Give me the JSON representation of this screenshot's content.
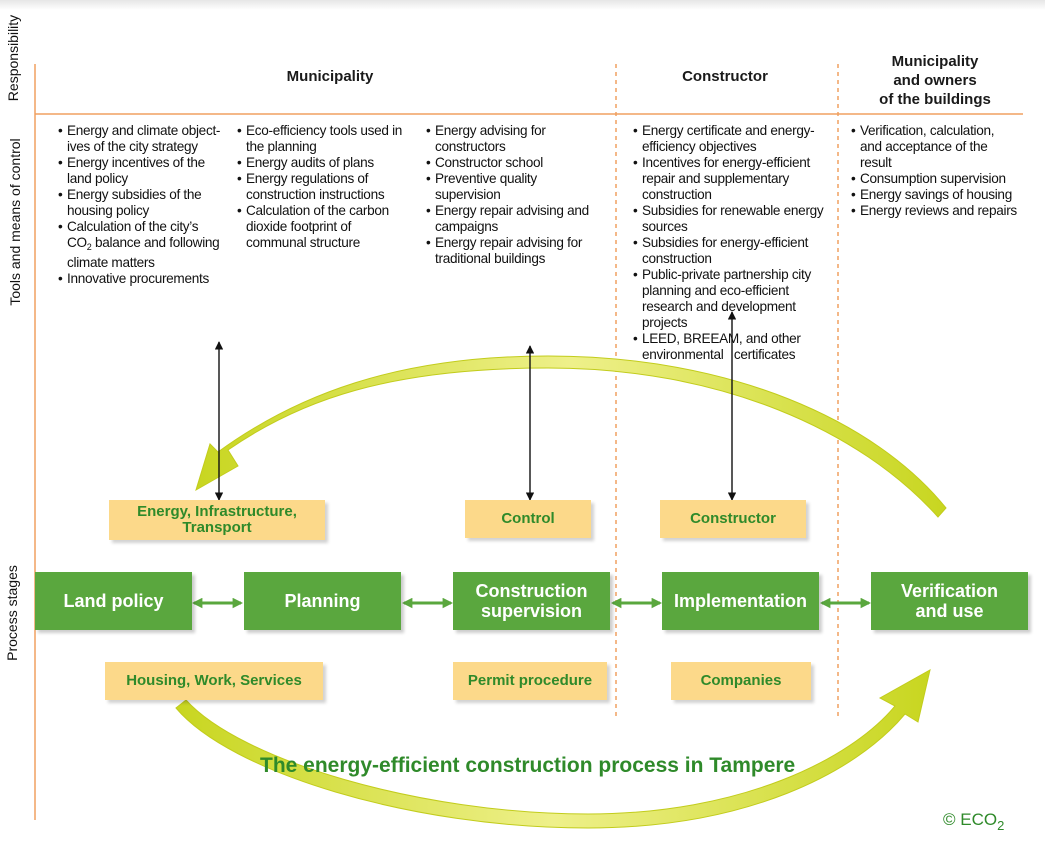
{
  "row_labels": {
    "responsibility": "Responsibility",
    "tools": "Tools and means of control",
    "process": "Process stages"
  },
  "responsibility": {
    "municipality": "Municipality",
    "constructor": "Constructor",
    "owners_line1": "Municipality",
    "owners_line2": "and owners",
    "owners_line3": "of the buildings"
  },
  "tools": {
    "col1": [
      [
        "Energy and climate object-",
        "ives of the city strategy"
      ],
      [
        "Energy incentives of the",
        "land policy"
      ],
      [
        "Energy subsidies of the",
        "housing policy"
      ],
      [
        "Calculation of the city’s"
      ],
      [
        "Innovative procurements"
      ]
    ],
    "col1_co2": {
      "co": "CO",
      "sub": "2",
      "rest": " balance and following",
      "line3": "climate matters"
    },
    "col2": [
      [
        "Eco-efficiency tools used in",
        "the planning"
      ],
      [
        "Energy audits of plans"
      ],
      [
        "Energy regulations of",
        "construction instructions"
      ],
      [
        "Calculation of the carbon",
        "dioxide footprint of",
        "communal structure"
      ]
    ],
    "col3": [
      [
        "Energy advising for",
        "constructors"
      ],
      [
        "Constructor school"
      ],
      [
        "Preventive quality",
        "supervision"
      ],
      [
        "Energy repair advising and",
        "campaigns"
      ],
      [
        "Energy repair advising for",
        "traditional buildings"
      ]
    ],
    "col4": [
      [
        "Energy certificate and energy-",
        "efficiency objectives"
      ],
      [
        "Incentives for energy-efficient",
        "repair and supplementary",
        "construction"
      ],
      [
        "Subsidies for renewable energy",
        "sources"
      ],
      [
        "Subsidies for energy-efficient",
        "construction"
      ],
      [
        "Public-private partnership city",
        "planning and eco-efficient",
        "research and development",
        "projects"
      ],
      [
        "LEED, BREEAM, and other",
        "environmental   certificates"
      ]
    ],
    "col5": [
      [
        "Verification, calculation,",
        "and acceptance of the",
        "result"
      ],
      [
        "Consumption supervision"
      ],
      [
        "Energy savings of housing"
      ],
      [
        "Energy reviews and repairs"
      ]
    ]
  },
  "upper_boxes": {
    "energy_line1": "Energy, Infrastructure,",
    "energy_line2": "Transport",
    "control": "Control",
    "constructor": "Constructor"
  },
  "stages": {
    "land_policy": "Land policy",
    "planning": "Planning",
    "supervision_line1": "Construction",
    "supervision_line2": "supervision",
    "implementation": "Implementation",
    "verification_line1": "Verification",
    "verification_line2": "and use"
  },
  "lower_boxes": {
    "housing": "Housing, Work, Services",
    "permit": "Permit procedure",
    "companies": "Companies"
  },
  "title": "The energy-efficient construction process in Tampere",
  "copyright": {
    "text": "© ECO",
    "sub": "2"
  },
  "colors": {
    "orange_line": "#f0a060",
    "green": "#5aa73e",
    "yellow_box": "#fcd98a",
    "arrow_fill": "#d4dc2a",
    "title_green": "#2f8a2a"
  }
}
